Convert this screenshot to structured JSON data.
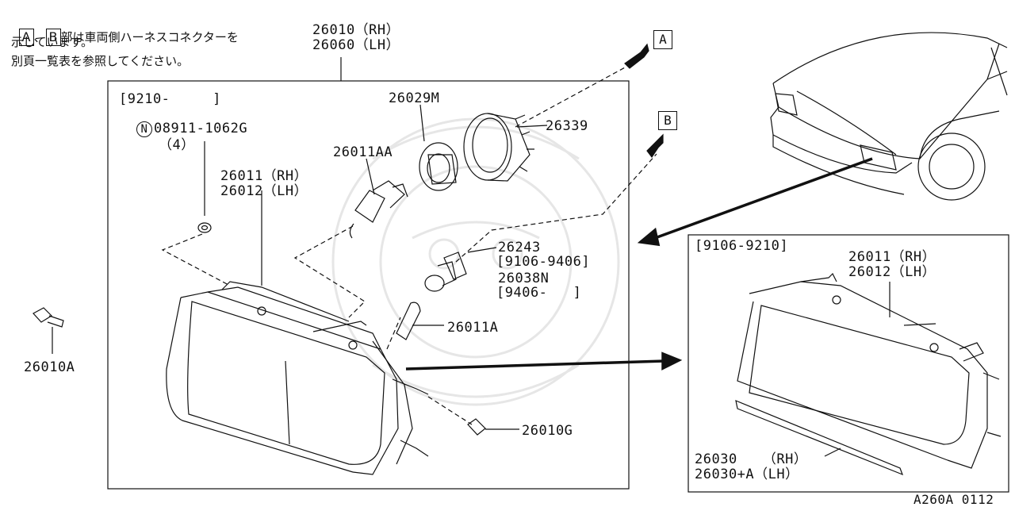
{
  "note": {
    "box_a": "A",
    "sep": "、",
    "box_b": "B",
    "line1": "部は車両側ハーネスコネクターを",
    "line2": "示しています。",
    "line3": "別頁一覧表を参照してください。"
  },
  "assembly": {
    "rh": "26010（RH）",
    "lh": "26060（LH）"
  },
  "main_box": {
    "period": "[9210-     ]"
  },
  "inset_box": {
    "period": "[9106-9210]"
  },
  "callouts": {
    "a": "A",
    "b": "B"
  },
  "parts": {
    "nut_prefix": "N",
    "nut_number": "08911-1062G",
    "nut_qty": "（4）",
    "headlamp_rh": "26011（RH）",
    "headlamp_lh": "26012（LH）",
    "bulb": "26011AA",
    "bulb_socket": "26029M",
    "cap": "26339",
    "side_socket_1": "26243",
    "side_socket_1_period": "[9106-9406]",
    "side_socket_2": "26038N",
    "side_socket_2_period": "[9406-   ]",
    "side_bulb": "26011A",
    "screw": "26010G",
    "bolt": "26010A",
    "inset_rh": "26011（RH）",
    "inset_lh": "26012（LH）",
    "garnish_rh": "26030   （RH）",
    "garnish_lh": "26030+A（LH）"
  },
  "figure_code": "A260A 0112"
}
